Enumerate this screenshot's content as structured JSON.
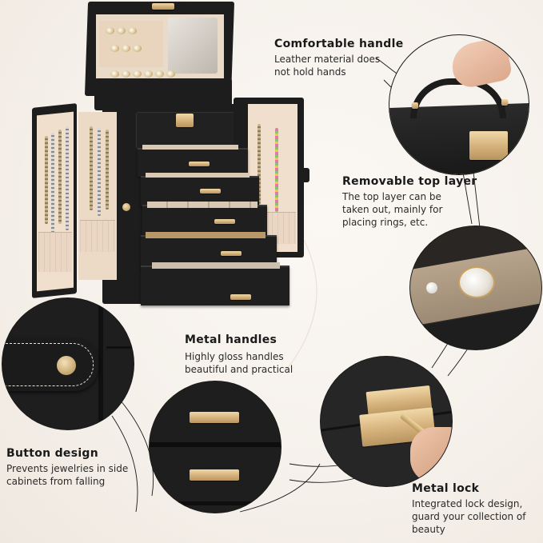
{
  "features": [
    {
      "id": "handle",
      "title": "Comfortable handle",
      "description_lines": [
        "Leather material does",
        "not hold hands"
      ],
      "image": "hand-lifting-leather-handle"
    },
    {
      "id": "top-layer",
      "title": "Removable top layer",
      "description_lines": [
        "The top layer can be",
        "taken out, mainly for",
        "placing rings, etc."
      ],
      "image": "pendant-in-top-tray"
    },
    {
      "id": "metal-handles",
      "title": "Metal handles",
      "description_lines": [
        "Highly gloss handles",
        "beautiful and practical"
      ],
      "image": "gold-drawer-pulls"
    },
    {
      "id": "button",
      "title": "Button design",
      "description_lines": [
        "Prevents jewelries in side",
        "cabinets from falling"
      ],
      "image": "stitched-snap-strap"
    },
    {
      "id": "lock",
      "title": "Metal lock",
      "description_lines": [
        "Integrated lock design,",
        "guard your collection of",
        "beauty"
      ],
      "image": "key-in-gold-lock"
    }
  ],
  "product": {
    "name": "jewelry-box",
    "drawer_count": 5,
    "side_doors": 2
  },
  "colors": {
    "background": "#f5f0ea",
    "leather": "#1d1d1d",
    "lining": "#f0dfcd",
    "hardware_gold": "#d4b07a",
    "text": "#1a1a1a"
  }
}
